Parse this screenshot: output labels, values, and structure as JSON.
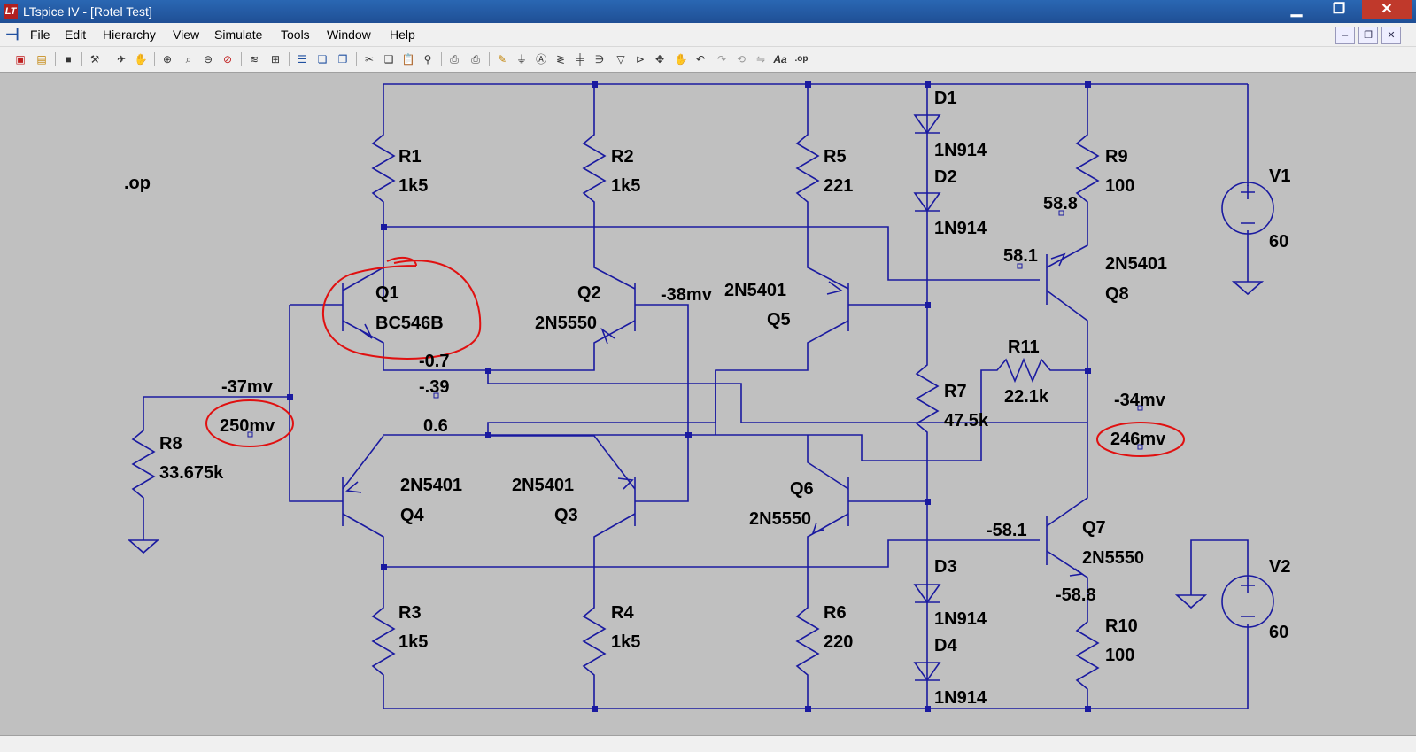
{
  "window": {
    "app_logo": "LT",
    "title": "LTspice IV - [Rotel Test]",
    "controls": {
      "minimize": "▁",
      "maximize": "❐",
      "close": "✕"
    }
  },
  "menu": {
    "items": [
      "File",
      "Edit",
      "Hierarchy",
      "View",
      "Simulate",
      "Tools",
      "Window",
      "Help"
    ]
  },
  "toolbar": {
    "icons": [
      "new-schematic-icon",
      "open-icon",
      "save-icon",
      "control-panel-icon",
      "run-icon",
      "halt-icon",
      "zoom-in-icon",
      "zoom-pan-icon",
      "zoom-out-icon",
      "zoom-cancel-icon",
      "waveform-icon",
      "waveform-fit-icon",
      "tile-horizontal-icon",
      "cascade-icon",
      "tile-vertical-icon",
      "cut-icon",
      "copy-icon",
      "paste-icon",
      "find-icon",
      "print-preview-icon",
      "print-icon",
      "draw-wire-icon",
      "ground-icon",
      "label-net-icon",
      "resistor-icon",
      "capacitor-icon",
      "inductor-icon",
      "diode-icon",
      "component-icon",
      "move-icon",
      "drag-icon",
      "undo-icon",
      "redo-icon",
      "rotate-icon",
      "mirror-icon",
      "text-icon",
      "spice-directive-icon"
    ],
    "text_labels": {
      "text": "Aa",
      "op": ".op"
    }
  },
  "schematic": {
    "directive": ".op",
    "components": {
      "R1": {
        "name": "R1",
        "value": "1k5"
      },
      "R2": {
        "name": "R2",
        "value": "1k5"
      },
      "R3": {
        "name": "R3",
        "value": "1k5"
      },
      "R4": {
        "name": "R4",
        "value": "1k5"
      },
      "R5": {
        "name": "R5",
        "value": "221"
      },
      "R6": {
        "name": "R6",
        "value": "220"
      },
      "R7": {
        "name": "R7",
        "value": "47.5k"
      },
      "R8": {
        "name": "R8",
        "value": "33.675k"
      },
      "R9": {
        "name": "R9",
        "value": "100"
      },
      "R10": {
        "name": "R10",
        "value": "100"
      },
      "R11": {
        "name": "R11",
        "value": "22.1k"
      },
      "D1": {
        "name": "D1",
        "value": "1N914"
      },
      "D2": {
        "name": "D2",
        "value": "1N914"
      },
      "D3": {
        "name": "D3",
        "value": "1N914"
      },
      "D4": {
        "name": "D4",
        "value": "1N914"
      },
      "Q1": {
        "name": "Q1",
        "value": "BC546B"
      },
      "Q2": {
        "name": "Q2",
        "value": "2N5550"
      },
      "Q3": {
        "name": "Q3",
        "value": "2N5401"
      },
      "Q4": {
        "name": "Q4",
        "value": "2N5401"
      },
      "Q5": {
        "name": "Q5",
        "value": "2N5401"
      },
      "Q6": {
        "name": "Q6",
        "value": "2N5550"
      },
      "Q7": {
        "name": "Q7",
        "value": "2N5550"
      },
      "Q8": {
        "name": "Q8",
        "value": "2N5401"
      },
      "V1": {
        "name": "V1",
        "value": "60"
      },
      "V2": {
        "name": "V2",
        "value": "60"
      }
    },
    "node_labels": {
      "q2_collector": "-38mv",
      "q1_emitter": "-0.7",
      "emitter_node": "-.39",
      "r8_top": "-37mv",
      "input_circled": "250mv",
      "q4_emitter": "0.6",
      "q8_base": "58.1",
      "q8_emitter": "58.8",
      "q7_base": "-58.1",
      "q7_emitter": "-58.8",
      "output_top": "-34mv",
      "output_circled": "246mv"
    },
    "colors": {
      "wire": "#1a1aa0",
      "annotation": "#e01010",
      "background": "#c0c0c0"
    }
  }
}
